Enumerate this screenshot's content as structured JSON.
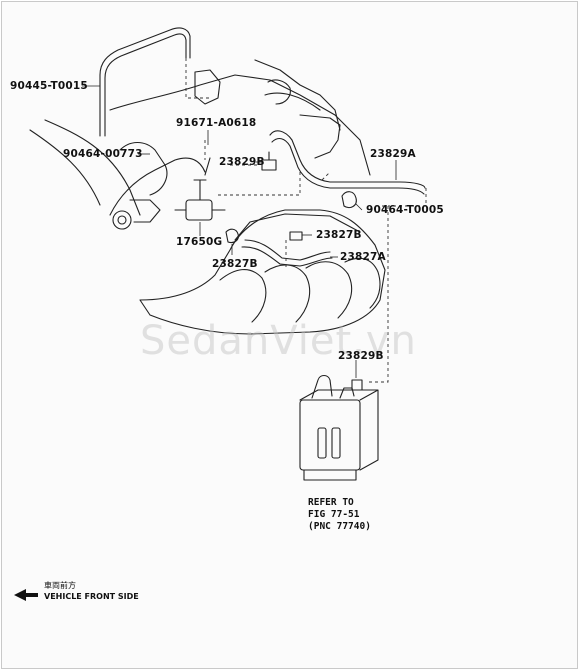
{
  "parts": {
    "p90445": "90445-T0015",
    "p91671": "91671-A0618",
    "p90464a": "90464-00773",
    "p23829b_top": "23829B",
    "p23829a": "23829A",
    "p90464b": "90464-T0005",
    "p23827b_right": "23827B",
    "p17650g": "17650G",
    "p23827a": "23827A",
    "p23827b_bottom": "23827B",
    "p23829b_lower": "23829B"
  },
  "refer": {
    "line1": "REFER TO",
    "line2": "FIG 77-51",
    "line3": "(PNC 77740)"
  },
  "watermark": "SedanViet.vn",
  "front": {
    "cn": "車両前方",
    "en": "VEHICLE FRONT SIDE"
  }
}
